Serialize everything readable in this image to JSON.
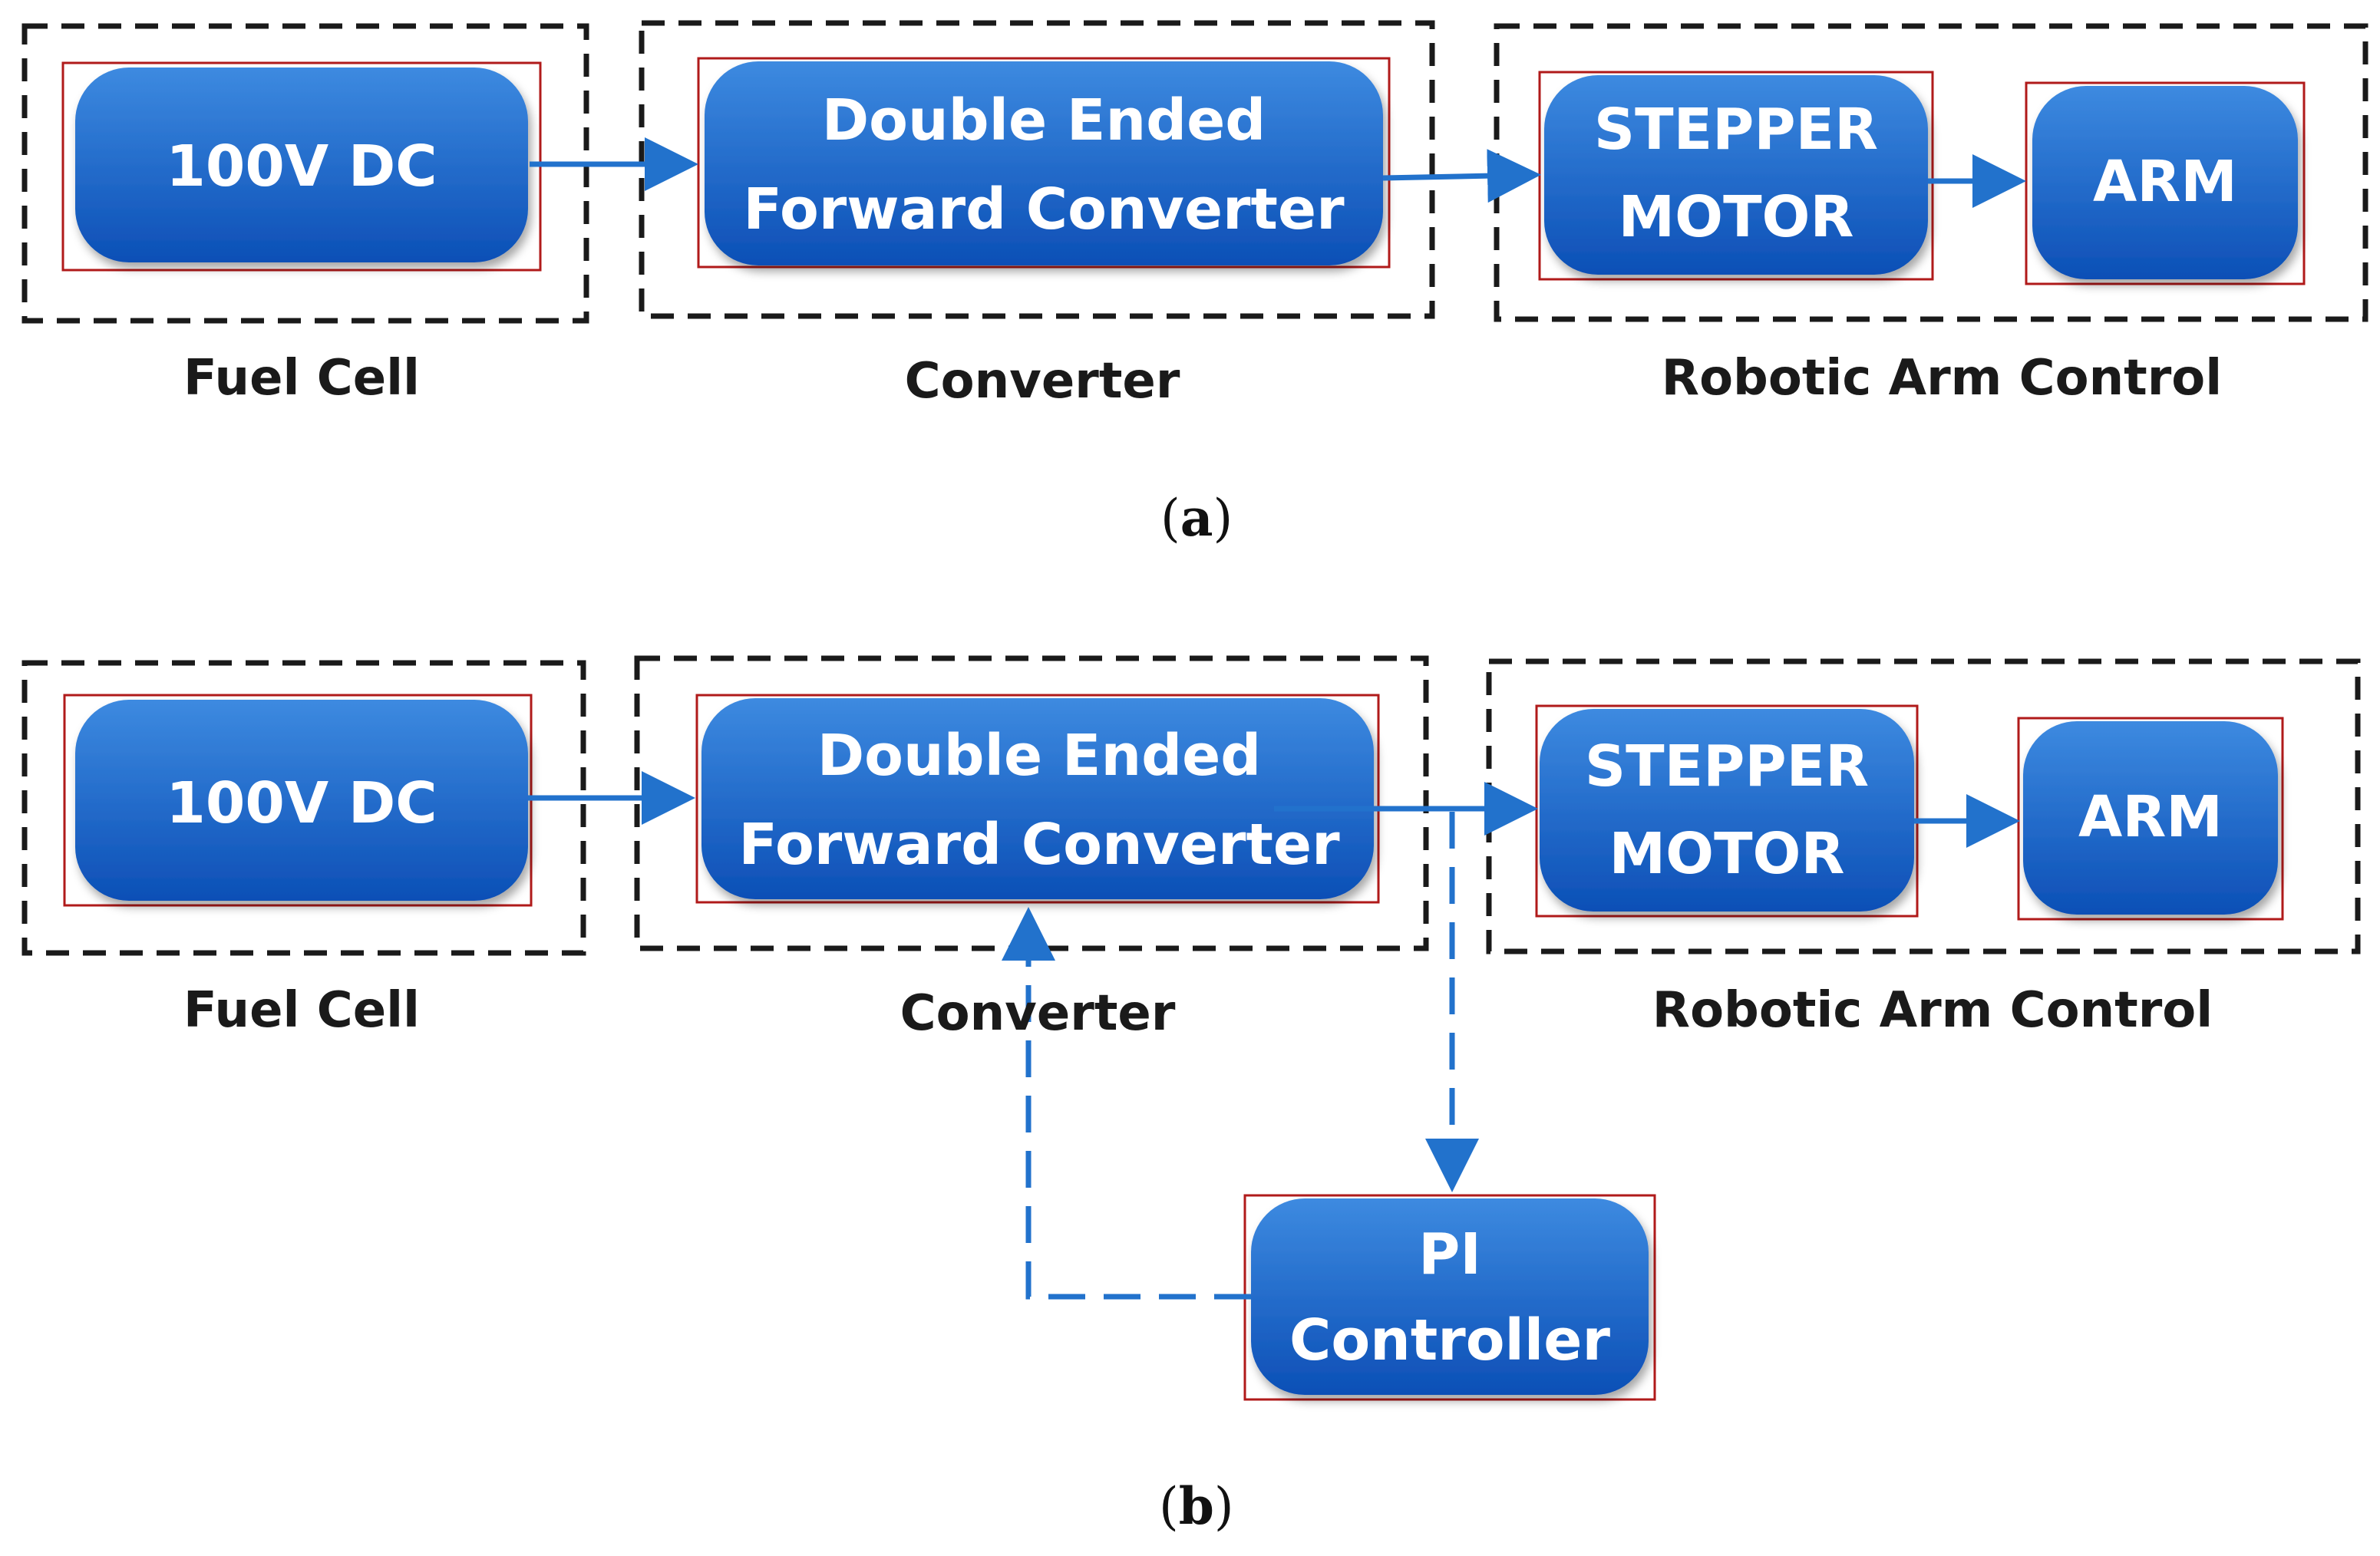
{
  "colors": {
    "block_top": "#3d8ae0",
    "block_bottom": "#0c4fb6",
    "block_outline": "#b01a1a",
    "arrow": "#2272cc",
    "group_border": "#1a1a1a"
  },
  "panel_a": {
    "label_open": "(",
    "label_letter": "a",
    "label_close": ")",
    "groups": {
      "fuel_cell": "Fuel Cell",
      "converter": "Converter",
      "robotic_arm_control": "Robotic Arm Control"
    },
    "blocks": {
      "source": [
        "100V DC"
      ],
      "converter": [
        "Double Ended",
        "Forward Converter"
      ],
      "motor": [
        "STEPPER",
        "MOTOR"
      ],
      "arm": [
        "ARM"
      ]
    }
  },
  "panel_b": {
    "label_open": "(",
    "label_letter": "b",
    "label_close": ")",
    "groups": {
      "fuel_cell": "Fuel Cell",
      "converter": "Converter",
      "robotic_arm_control": "Robotic Arm Control"
    },
    "blocks": {
      "source": [
        "100V DC"
      ],
      "converter": [
        "Double Ended",
        "Forward Converter"
      ],
      "motor": [
        "STEPPER",
        "MOTOR"
      ],
      "arm": [
        "ARM"
      ],
      "controller": [
        "PI",
        "Controller"
      ]
    }
  }
}
